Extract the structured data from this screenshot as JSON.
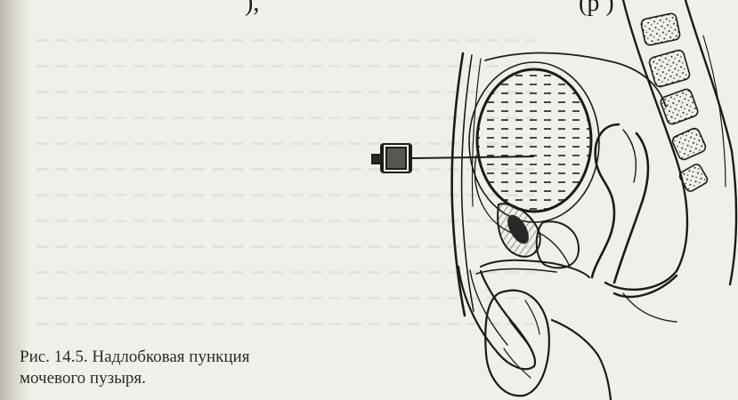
{
  "page_top_text": {
    "left_fragment": "), ",
    "right_fragment": "(р       )"
  },
  "caption": {
    "line1": "Рис. 14.5. Надлобковая пункция",
    "line2": "мочевого пузыря."
  }
}
